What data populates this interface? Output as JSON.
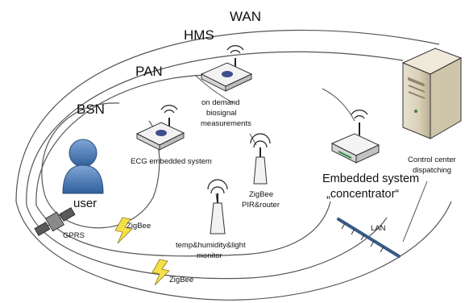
{
  "labels": {
    "wan": "WAN",
    "hms": "HMS",
    "pan": "PAN",
    "bsn": "BSN",
    "user": "user",
    "ecg": "ECG embedded system",
    "ondemand_1": "on demand",
    "ondemand_2": "biosignal",
    "ondemand_3": "measurements",
    "pir_1": "ZigBee",
    "pir_2": "PIR&router",
    "temp_1": "temp&humidity&light",
    "temp_2": "monitor",
    "zigbee_top": "ZigBee",
    "zigbee_bottom": "ZigBee",
    "gprs": "GPRS",
    "concentrator_1": "Embedded system",
    "concentrator_2": "„concentrator“",
    "control_1": "Control center",
    "control_2": "dispatching",
    "lan": "LAN"
  },
  "colors": {
    "line": "#555555",
    "user_body": "#4f81bd",
    "lightning": "#f5e04a",
    "lan_bar": "#3a5a88",
    "device": "#f2f2f2",
    "device_button": "#3c4f8a"
  },
  "icons": {
    "user": "user-icon",
    "ecg_device": "ecg-device-icon",
    "ondemand_device": "biosignal-device-icon",
    "pir_router": "antenna-router-icon",
    "temp_monitor": "antenna-sensor-icon",
    "concentrator": "concentrator-router-icon",
    "control_center": "server-tower-icon",
    "satellite": "satellite-icon",
    "lightning": "lightning-bolt-icon",
    "lan_cable": "lan-cable-icon"
  }
}
